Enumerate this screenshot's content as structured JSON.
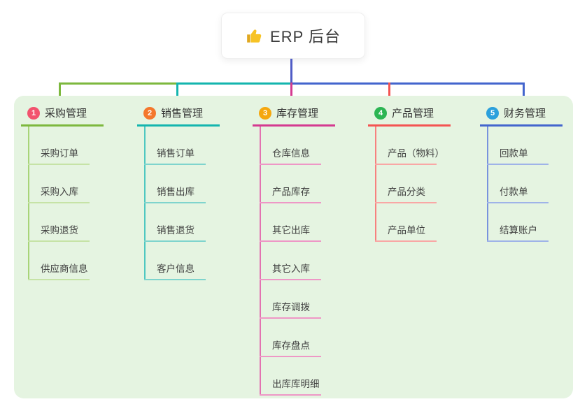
{
  "root": {
    "label": "ERP 后台",
    "icon": "thumbs-up-icon",
    "icon_color": "#f7c325",
    "line_color": "#4f5cc6"
  },
  "panel": {
    "background": "#e5f4e1"
  },
  "branches": [
    {
      "index": "1",
      "label": "采购管理",
      "badge_color": "#f2536e",
      "line_color": "#7db83e",
      "vline_color": "#a8d478",
      "child_line_color": "#c6e3a6",
      "items": [
        "采购订单",
        "采购入库",
        "采购退货",
        "供应商信息"
      ]
    },
    {
      "index": "2",
      "label": "销售管理",
      "badge_color": "#f4772c",
      "line_color": "#14b5ae",
      "vline_color": "#4fc8c1",
      "child_line_color": "#7fd4cd",
      "items": [
        "销售订单",
        "销售出库",
        "销售退货",
        "客户信息"
      ]
    },
    {
      "index": "3",
      "label": "库存管理",
      "badge_color": "#f5a70e",
      "line_color": "#d43a90",
      "vline_color": "#e372b1",
      "child_line_color": "#ee97c6",
      "items": [
        "仓库信息",
        "产品库存",
        "其它出库",
        "其它入库",
        "库存调拨",
        "库存盘点",
        "出库库明细"
      ]
    },
    {
      "index": "4",
      "label": "产品管理",
      "badge_color": "#2cb553",
      "line_color": "#f45452",
      "vline_color": "#f7817f",
      "child_line_color": "#f9a7a5",
      "items": [
        "产品（物料）",
        "产品分类",
        "产品单位"
      ]
    },
    {
      "index": "5",
      "label": "财务管理",
      "badge_color": "#2ba0dc",
      "line_color": "#4365cd",
      "vline_color": "#7893dd",
      "child_line_color": "#9fb3e8",
      "items": [
        "回款单",
        "付款单",
        "结算账户"
      ]
    }
  ]
}
